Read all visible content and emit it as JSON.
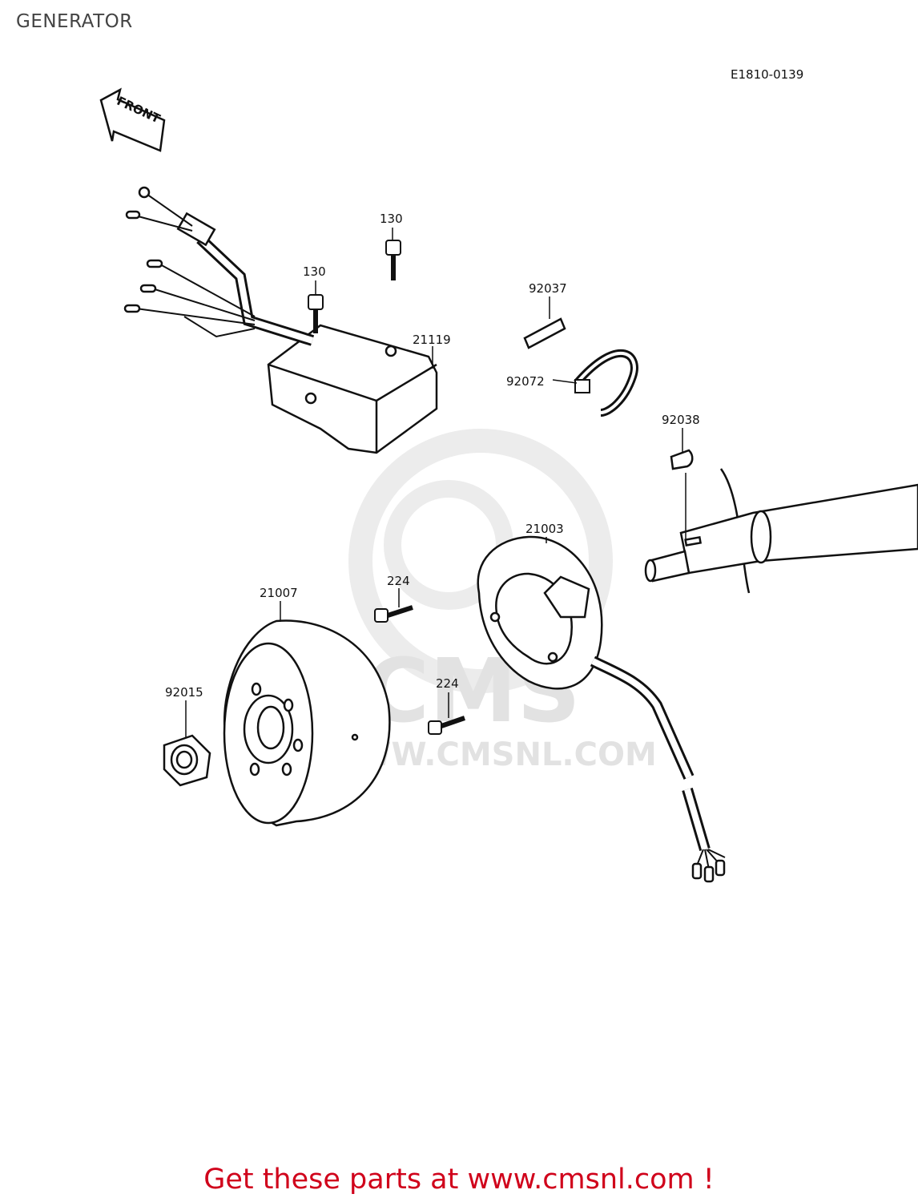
{
  "page": {
    "title": "GENERATOR"
  },
  "diagram": {
    "ref_code": "E1810-0139",
    "front_label": "FRONT",
    "watermark": {
      "brand": "CMS",
      "url": "WWW.CMSNL.COM"
    },
    "callouts": [
      {
        "part": "130",
        "item": "bolt-upper"
      },
      {
        "part": "130",
        "item": "bolt-lower"
      },
      {
        "part": "92037",
        "item": "strip"
      },
      {
        "part": "21119",
        "item": "cdi-unit"
      },
      {
        "part": "92072",
        "item": "clamp-band"
      },
      {
        "part": "92038",
        "item": "woodruff-key"
      },
      {
        "part": "21003",
        "item": "stator"
      },
      {
        "part": "224",
        "item": "screw-upper"
      },
      {
        "part": "21007",
        "item": "rotor-flywheel"
      },
      {
        "part": "224",
        "item": "screw-lower"
      },
      {
        "part": "92015",
        "item": "nut"
      }
    ]
  },
  "footer": {
    "text": "Get these parts at www.cmsnl.com !",
    "color": "#d0021b"
  }
}
